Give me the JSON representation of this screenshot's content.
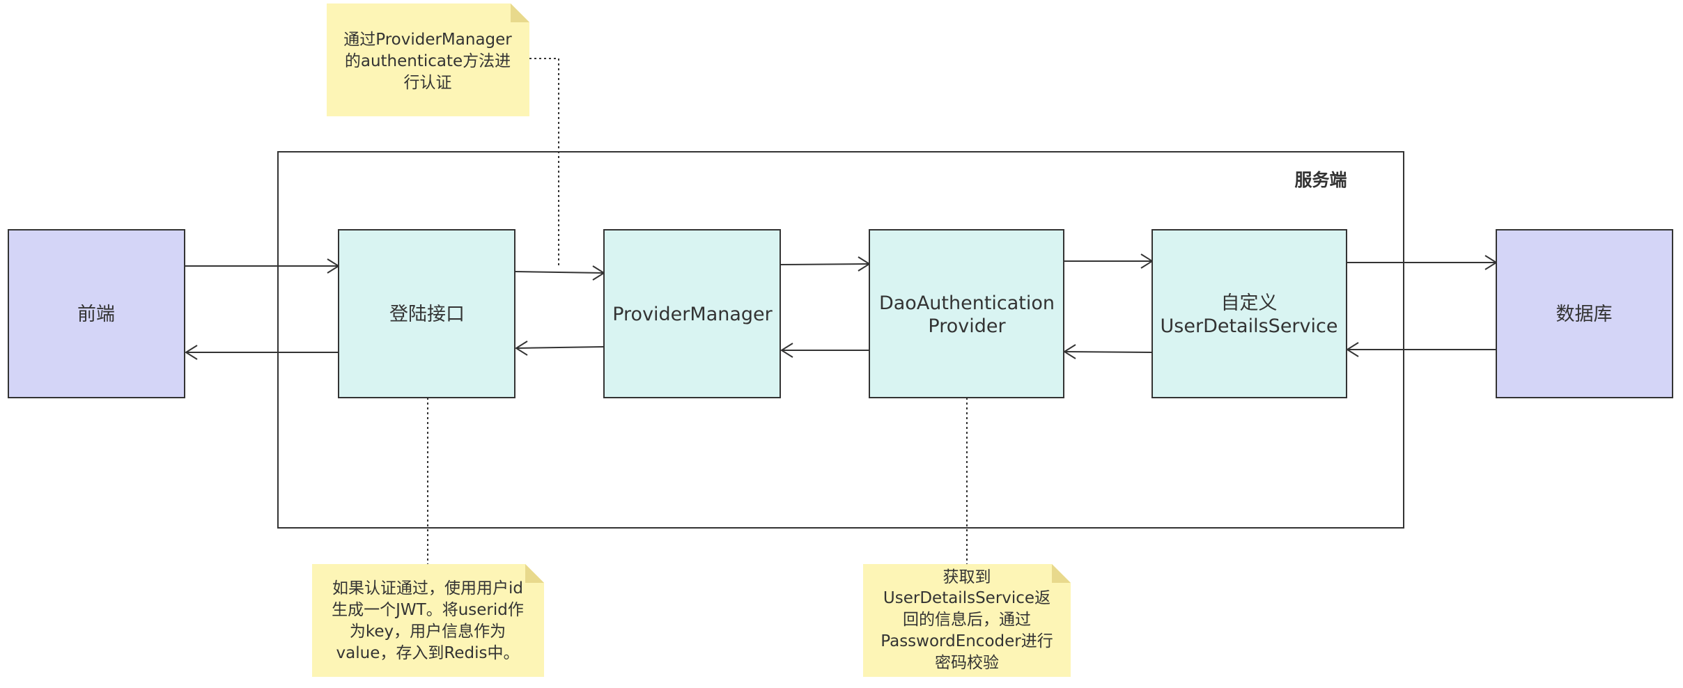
{
  "colors": {
    "endpoint_fill": "#d4d5f7",
    "process_fill": "#d9f4f2",
    "note_fill": "#fdf5b6",
    "note_fold": "#e8d98c",
    "stroke": "#333333",
    "connector": "#333333"
  },
  "group": {
    "label": "服务端"
  },
  "nodes": {
    "frontend": {
      "lines": [
        "前端"
      ]
    },
    "login_api": {
      "lines": [
        "登陆接口"
      ]
    },
    "provider_manager": {
      "lines": [
        "ProviderManager"
      ]
    },
    "dao_provider": {
      "lines": [
        "DaoAuthentication",
        "Provider"
      ]
    },
    "user_details_service": {
      "lines": [
        "自定义",
        "UserDetailsService"
      ]
    },
    "database": {
      "lines": [
        "数据库"
      ]
    }
  },
  "notes": {
    "top": {
      "lines": [
        "通过ProviderManager",
        "的authenticate方法进",
        "行认证"
      ]
    },
    "bottom_left": {
      "lines": [
        "如果认证通过，使用用户id",
        "生成一个JWT。将userid作",
        "为key，用户信息作为",
        "value，存入到Redis中。"
      ]
    },
    "bottom_right": {
      "lines": [
        "获取到",
        "UserDetailsService返",
        "回的信息后，通过",
        "PasswordEncoder进行",
        "密码校验"
      ]
    }
  },
  "edges": [
    {
      "from": "前端",
      "to": "登陆接口"
    },
    {
      "from": "登陆接口",
      "to": "前端"
    },
    {
      "from": "登陆接口",
      "to": "ProviderManager"
    },
    {
      "from": "ProviderManager",
      "to": "登陆接口"
    },
    {
      "from": "ProviderManager",
      "to": "DaoAuthenticationProvider"
    },
    {
      "from": "DaoAuthenticationProvider",
      "to": "ProviderManager"
    },
    {
      "from": "DaoAuthenticationProvider",
      "to": "自定义UserDetailsService"
    },
    {
      "from": "自定义UserDetailsService",
      "to": "DaoAuthenticationProvider"
    },
    {
      "from": "自定义UserDetailsService",
      "to": "数据库"
    },
    {
      "from": "数据库",
      "to": "自定义UserDetailsService"
    }
  ]
}
